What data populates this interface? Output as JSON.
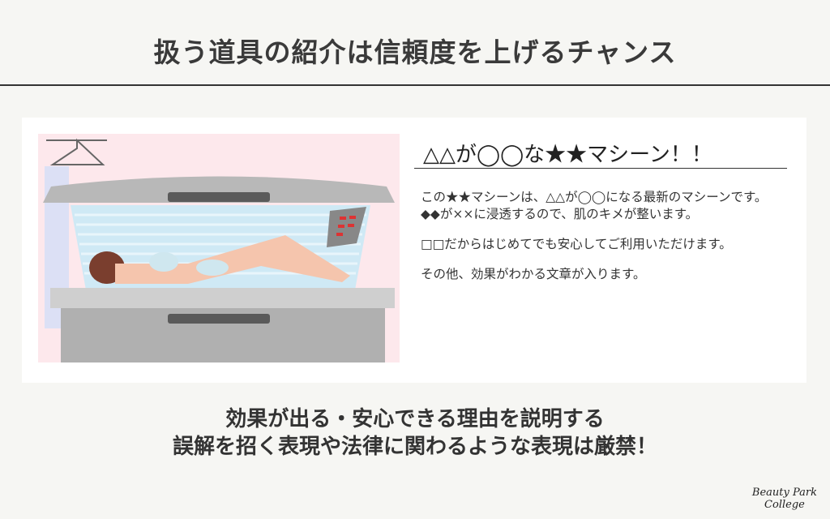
{
  "header": {
    "title": "扱う道具の紹介は信頼度を上げるチャンス"
  },
  "panel": {
    "title": "△△が◯◯な★★マシーン！！",
    "paragraphs": [
      "この★★マシーンは、△△が◯◯になる最新のマシーンです。",
      "◆◆が××に浸透するので、肌のキメが整います。",
      "□□だからはじめてでも安心してご利用いただけます。",
      "その他、効果がわかる文章が入ります。"
    ]
  },
  "footer": {
    "line1": "効果が出る・安心できる理由を説明する",
    "line2": "誤解を招く表現や法律に関わるような表現は厳禁！"
  },
  "logo": {
    "line1": "Beauty Park",
    "line2": "College"
  }
}
